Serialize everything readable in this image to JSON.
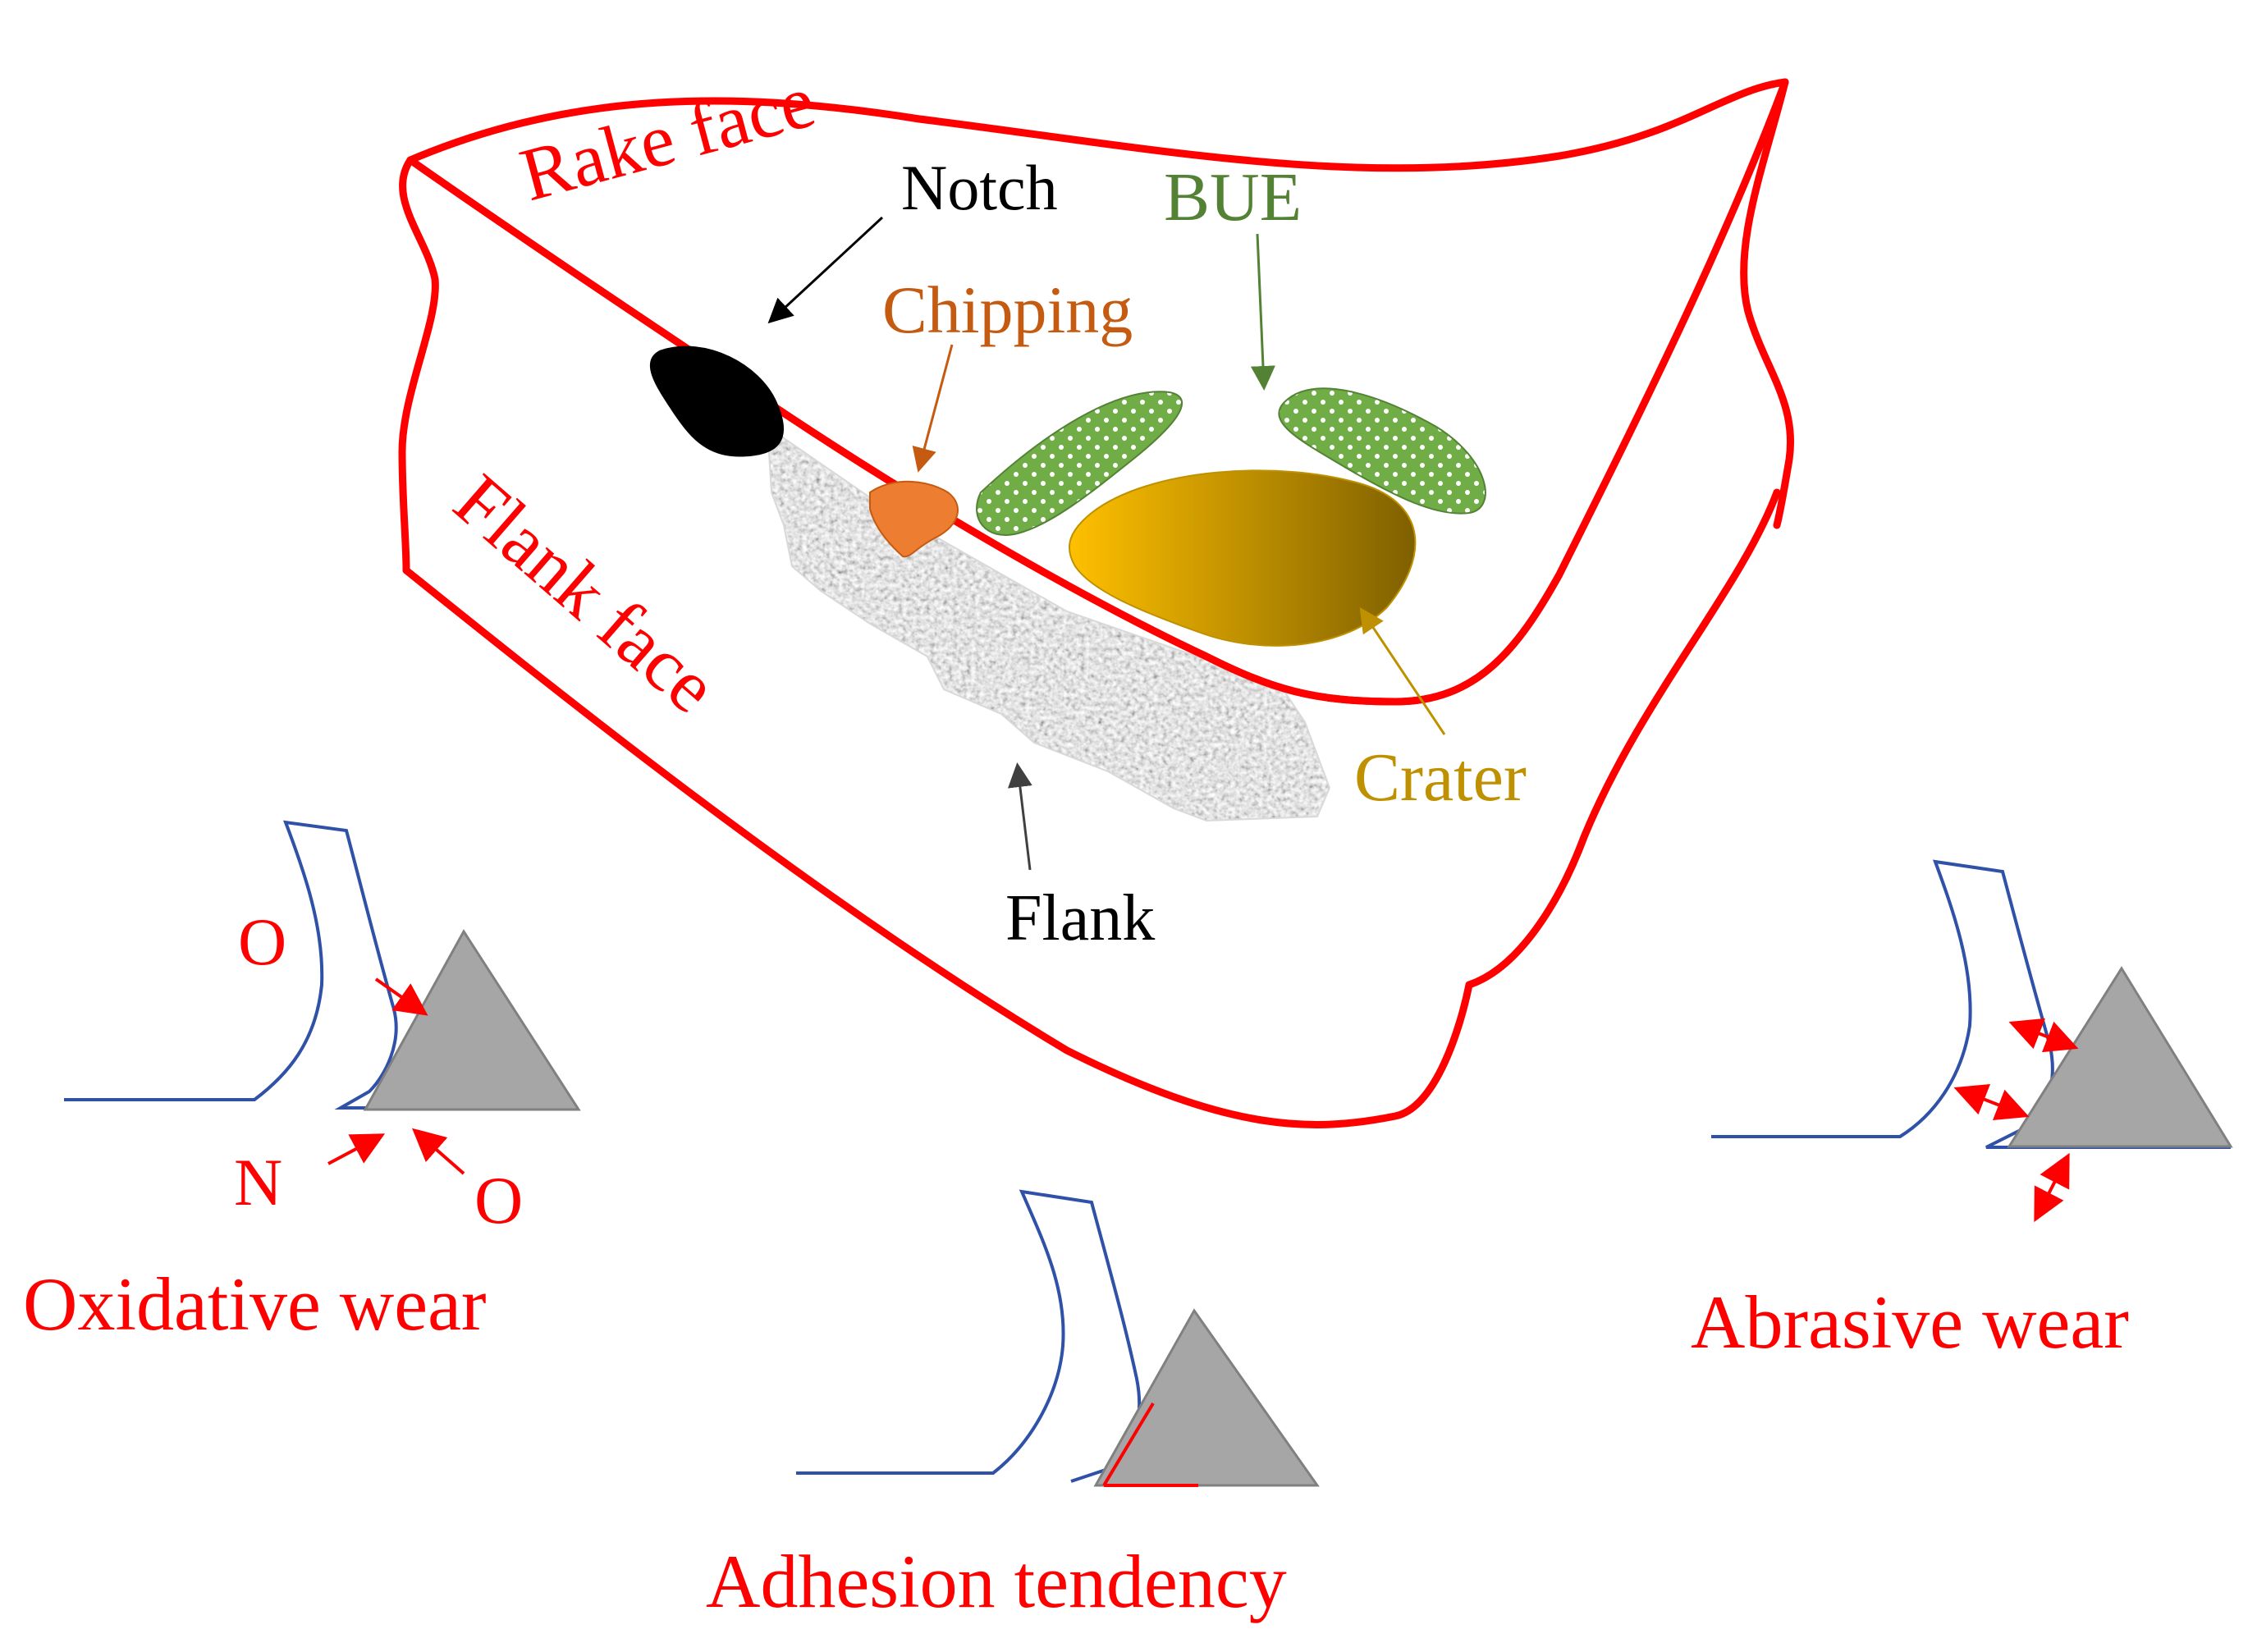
{
  "tool": {
    "rake_face_label": "Rake face",
    "flank_face_label": "Flank face"
  },
  "defects": {
    "notch": "Notch",
    "bue": "BUE",
    "chipping": "Chipping",
    "crater": "Crater",
    "flank": "Flank"
  },
  "mechanisms": {
    "oxidative": {
      "title": "Oxidative wear",
      "o_top": "O",
      "n_label": "N",
      "o_bottom": "O"
    },
    "adhesion": {
      "title": "Adhesion tendency"
    },
    "abrasive": {
      "title": "Abrasive wear"
    }
  },
  "colors": {
    "outline": "#ff0000",
    "notch": "#000000",
    "bue": "#70ad47",
    "bue_text": "#548235",
    "chipping": "#ed7d31",
    "chipping_text": "#c55a11",
    "crater_start": "#ffc000",
    "crater_end": "#8b6a00",
    "crater_text": "#bf9000",
    "chip_line": "#2f52a8",
    "grain": "#a6a6a6"
  }
}
